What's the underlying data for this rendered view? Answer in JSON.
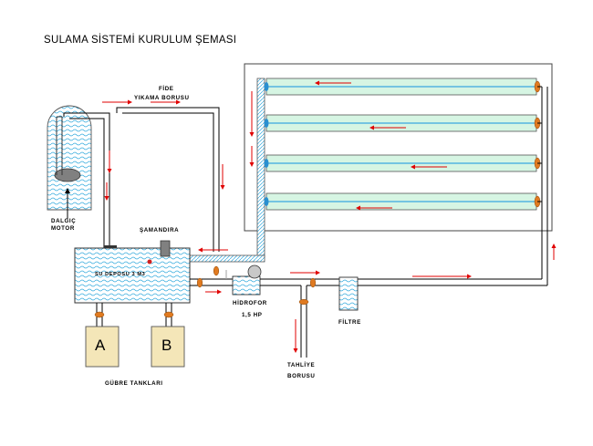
{
  "title": "SULAMA SİSTEMİ KURULUM ŞEMASI",
  "labels": {
    "fide_line1": "FİDE",
    "fide_line2": "YIKAMA BORUSU",
    "dalgic_line1": "DALGIÇ",
    "dalgic_line2": "MOTOR",
    "samandira": "ŞAMANDIRA",
    "su_deposu": "SU DEPOSU 3 M3",
    "tank_a": "A",
    "tank_b": "B",
    "gubre": "GÜBRE TANKLARI",
    "hidrofor_line1": "HİDROFOR",
    "hidrofor_line2": "1,5  HP",
    "tahliye_line1": "TAHLİYE",
    "tahliye_line2": "BORUSU",
    "filtre": "FİLTRE"
  },
  "colors": {
    "pipe": "#000000",
    "water_pattern": "#33aadd",
    "bed_fill": "#d6f5e3",
    "drip_line": "#3aa8e0",
    "arrow": "#e00000",
    "valve": "#e07a20",
    "tank_fill": "#f4e6b8",
    "grey": "#a0a0a0"
  }
}
